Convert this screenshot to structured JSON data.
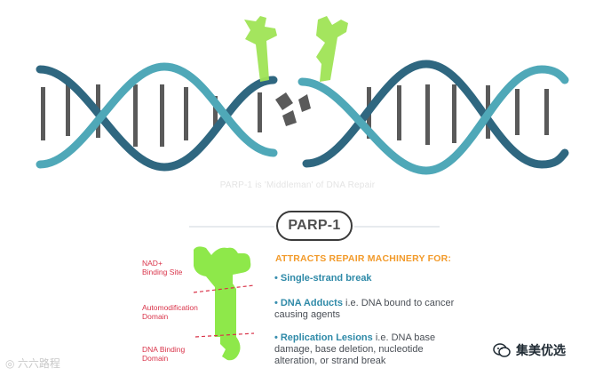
{
  "caption": "PARP-1 is 'Middleman' of DNA Repair",
  "title": "PARP-1",
  "domain_labels": [
    {
      "text": "NAD+\nBinding Site"
    },
    {
      "text": "Automodification\nDomain"
    },
    {
      "text": "DNA Binding\nDomain"
    }
  ],
  "heading": "ATTRACTS REPAIR MACHINERY FOR:",
  "bullets": [
    {
      "term": "Single-strand break",
      "rest": ""
    },
    {
      "term": "DNA Adducts",
      "rest": " i.e. DNA bound to cancer causing agents"
    },
    {
      "term": "Replication Lesions",
      "rest": " i.e. DNA base damage, base deletion, nucleotide alteration, or strand break"
    }
  ],
  "watermark_left": "六六路程",
  "watermark_right": "集美优选",
  "colors": {
    "strand_light": "#4fa8b8",
    "strand_dark": "#2f6780",
    "rungs": "#5a5a5a",
    "protein": "#8ee84a",
    "protein_faded": "#b5e87a",
    "heading": "#f29a2a",
    "label_red": "#d9344a",
    "bullet_term": "#2f8aa8"
  }
}
